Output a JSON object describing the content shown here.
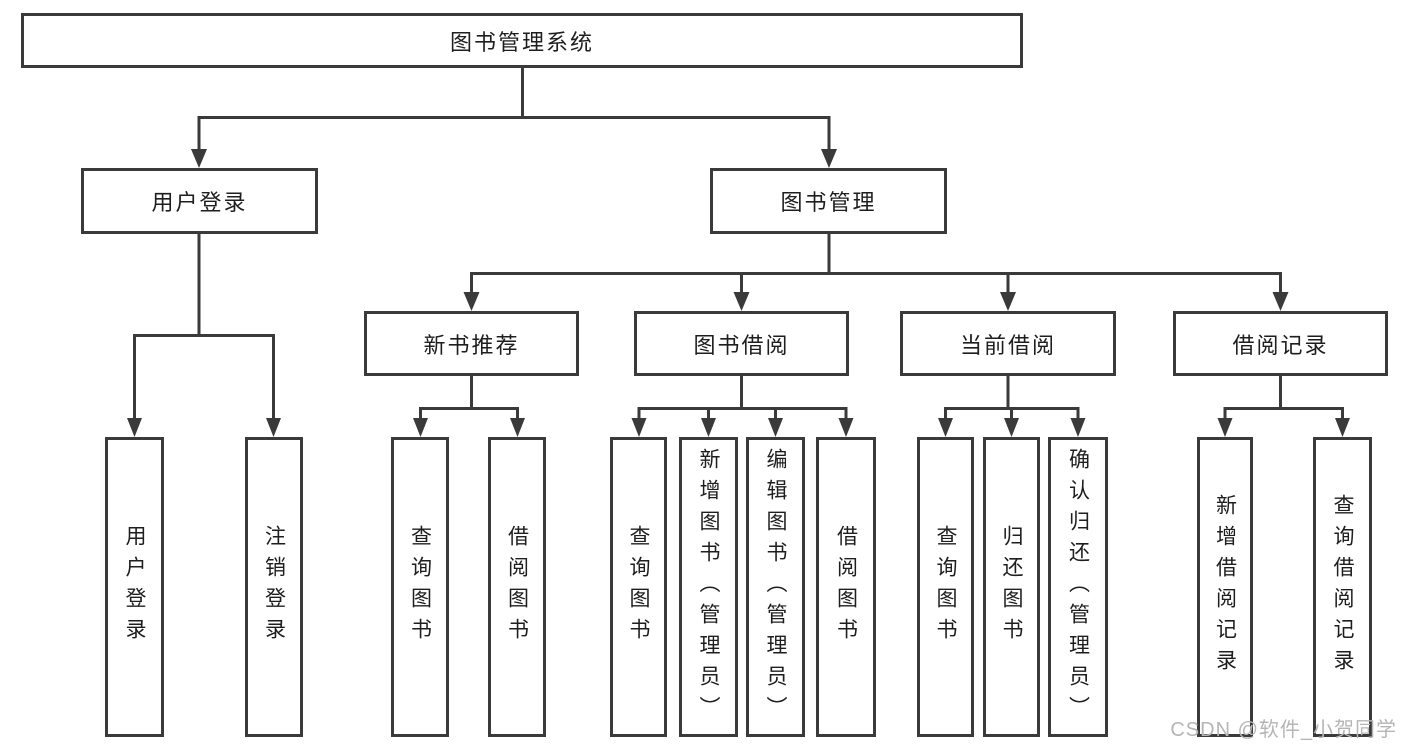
{
  "tree": {
    "label": "图书管理系统",
    "children": [
      {
        "label": "用户登录",
        "children": [
          {
            "label": "用户登录"
          },
          {
            "label": "注销登录"
          }
        ]
      },
      {
        "label": "图书管理",
        "children": [
          {
            "label": "新书推荐",
            "children": [
              {
                "label": "查询图书"
              },
              {
                "label": "借阅图书"
              }
            ]
          },
          {
            "label": "图书借阅",
            "children": [
              {
                "label": "查询图书"
              },
              {
                "label": "新增图书（管理员）"
              },
              {
                "label": "编辑图书（管理员）"
              },
              {
                "label": "借阅图书"
              }
            ]
          },
          {
            "label": "当前借阅",
            "children": [
              {
                "label": "查询图书"
              },
              {
                "label": "归还图书"
              },
              {
                "label": "确认归还（管理员）"
              }
            ]
          },
          {
            "label": "借阅记录",
            "children": [
              {
                "label": "新增借阅记录"
              },
              {
                "label": "查询借阅记录"
              }
            ]
          }
        ]
      }
    ]
  },
  "watermark": {
    "text": "CSDN @软件_小贺同学"
  },
  "colors": {
    "line": "#3a3a3a",
    "box_border": "#3a3a3a",
    "text": "#1e1e1e",
    "watermark": "#b5b5b5",
    "background": "#ffffff"
  }
}
